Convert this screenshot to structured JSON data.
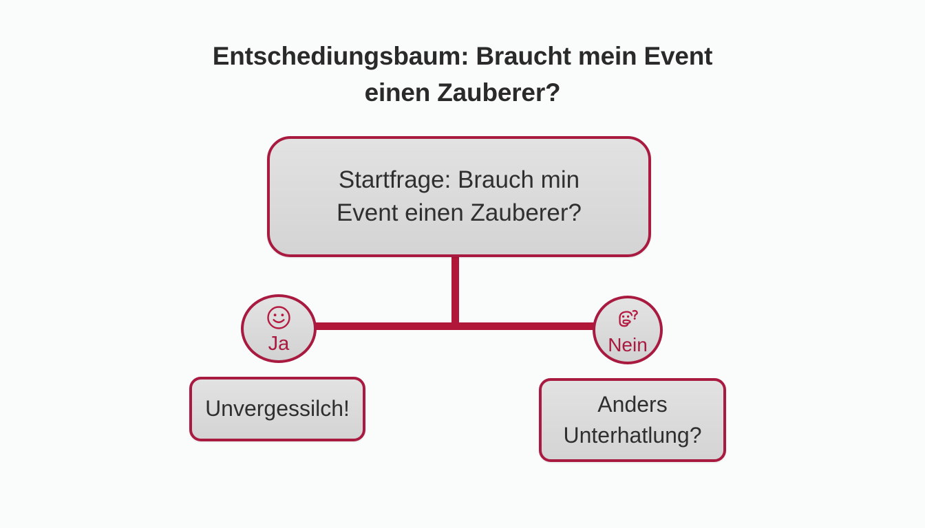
{
  "page": {
    "background_color": "#fafcfc",
    "accent_color": "#a81a3f",
    "line_color": "#b01739",
    "node_fill_color": "#dadada",
    "text_color": "#2f2f2f",
    "title_color": "#2a2a2a"
  },
  "title": {
    "line1": "Entschediungsbaum: Braucht mein Event",
    "line2": "einen Zauberer?"
  },
  "diagram": {
    "type": "decision-tree",
    "root": {
      "id": "startfrage",
      "line1": "Startfrage: Brauch min",
      "line2": "Event einen Zauberer?",
      "shape": "rounded-rectangle"
    },
    "branches": [
      {
        "id": "ja",
        "label": "Ja",
        "icon": "smiley-face-icon",
        "shape": "circle",
        "result": {
          "id": "unvergessilch",
          "line1": "Unvergessilch!",
          "line2": "",
          "shape": "rounded-rectangle"
        }
      },
      {
        "id": "nein",
        "label": "Nein",
        "icon": "thinking-face-question-icon",
        "shape": "circle",
        "result": {
          "id": "anders-unterhatlung",
          "line1": "Anders",
          "line2": "Unterhatlung?",
          "shape": "rounded-rectangle"
        }
      }
    ]
  }
}
